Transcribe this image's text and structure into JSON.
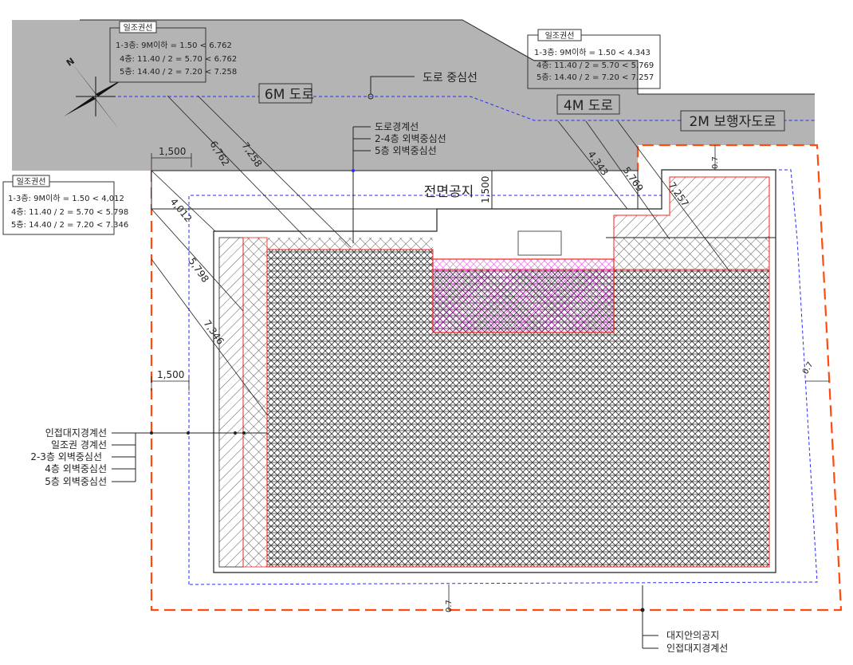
{
  "colors": {
    "road": "#b4b4b4",
    "site_boundary": "#ff4a10",
    "setback": "#2a2aff",
    "building_red": "#ff2020",
    "magenta": "#e020e0"
  },
  "north_label": "N",
  "roads": {
    "road_6m": "6M 도로",
    "road_4m": "4M 도로",
    "road_2m": "2M 보행자도로",
    "front_yard": "전면공지"
  },
  "sunlight_boxes": [
    {
      "title": "일조권선",
      "lines": [
        "1-3층: 9M이하 = 1.50 < 6.762",
        "4층: 11.40 / 2 = 5.70 < 6.762",
        "5층: 14.40 / 2 = 7.20 < 7.258"
      ]
    },
    {
      "title": "일조권선",
      "lines": [
        "1-3층: 9M이하 = 1.50 < 4.343",
        "4층: 11.40 / 2 = 5.70 < 5.769",
        "5층: 14.40 / 2 = 7.20 < 7.257"
      ]
    },
    {
      "title": "일조권선",
      "lines": [
        "1-3층: 9M이하 = 1.50 < 4,012",
        "4층: 11.40 / 2 = 5.70 < 5.798",
        "5층: 14.40 / 2 = 7.20 < 7.346"
      ]
    }
  ],
  "callouts": {
    "road_center": "도로 중심선",
    "top": [
      "도로경계선",
      "2-4층 외벽중심선",
      "5층 외벽중심선"
    ],
    "left": [
      "인접대지경계선",
      "일조권 경계선",
      "2-3층 외벽중심선",
      "4층 외벽중심선",
      "5층 외벽중심선"
    ],
    "bottom": [
      "대지안의공지",
      "인접대지경계선"
    ]
  },
  "dimensions": {
    "top_left_1500": "1,500",
    "front_1500": "1,500",
    "left_1500": "1,500",
    "d_6762": "6,762",
    "d_7258": "7,258",
    "d_4012": "4,012",
    "d_5798": "5,798",
    "d_7346": "7,346",
    "d_4343": "4,343",
    "d_5769": "5,769",
    "d_7257": "7,257",
    "gap_07": "0.7"
  }
}
